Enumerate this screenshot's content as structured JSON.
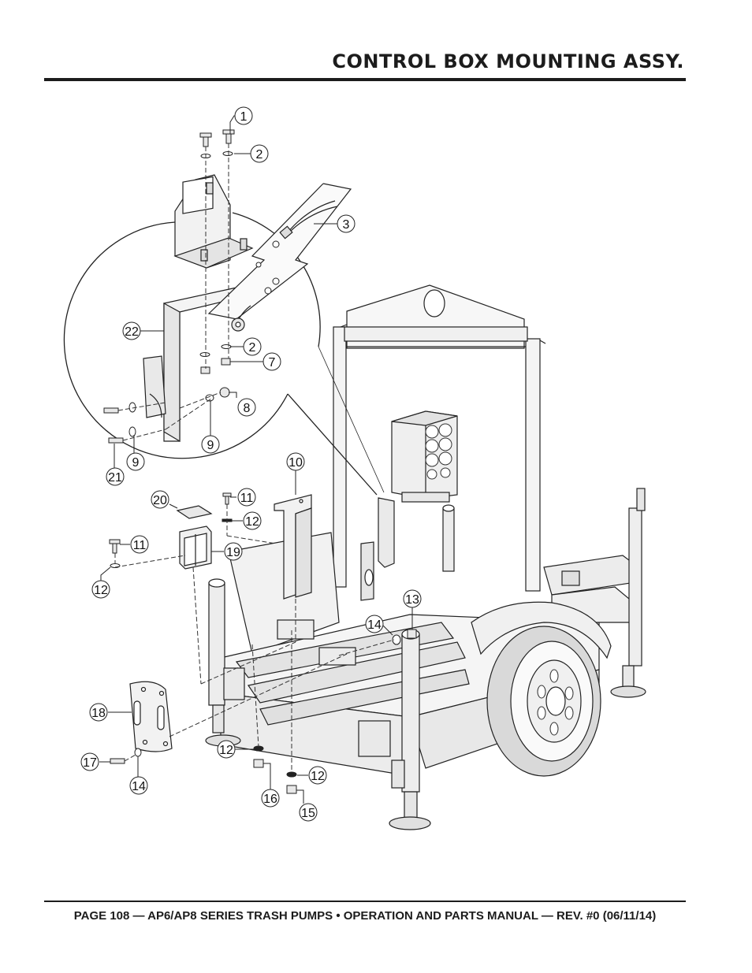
{
  "header": {
    "title": "CONTROL BOX MOUNTING ASSY."
  },
  "footer": {
    "text": "PAGE 108 — AP6/AP8 SERIES TRASH PUMPS • OPERATION AND PARTS MANUAL — REV. #0 (06/11/14)"
  },
  "diagram": {
    "callouts": [
      "1",
      "2",
      "3",
      "22",
      "2",
      "7",
      "8",
      "9",
      "9",
      "21",
      "10",
      "20",
      "11",
      "12",
      "11",
      "19",
      "12",
      "13",
      "14",
      "18",
      "12",
      "17",
      "14",
      "16",
      "12",
      "15"
    ]
  },
  "colors": {
    "ink": "#1c1c1c",
    "part_fill": "#f2f2f2",
    "part_shade": "#d6d6d6"
  }
}
